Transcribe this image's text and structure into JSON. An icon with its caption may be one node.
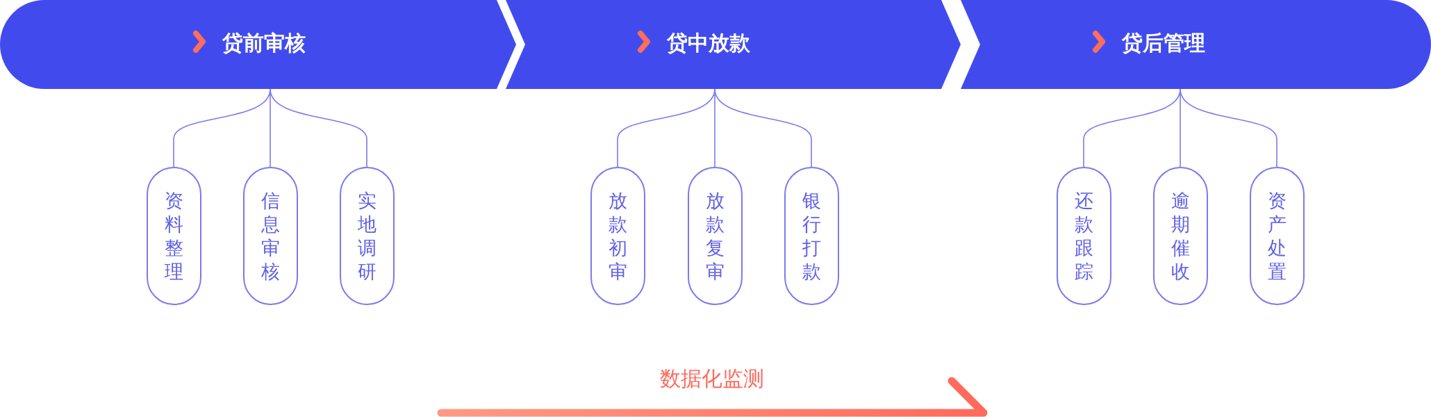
{
  "diagram": {
    "nodes": [
      {
        "text": [
          "贷前审核"
        ]
      },
      {
        "text": [
          "贷中放款"
        ]
      },
      {
        "text": [
          "贷后管理"
        ]
      },
      {
        "text": [
          "资料整理"
        ]
      },
      {
        "text": [
          "信息审核"
        ]
      },
      {
        "text": [
          "实地调研"
        ]
      },
      {
        "text": [
          "放款初审"
        ]
      },
      {
        "text": [
          "放款复审"
        ]
      },
      {
        "text": [
          "银行打款"
        ]
      },
      {
        "text": [
          "还款跟踪"
        ]
      },
      {
        "text": [
          "逾期催收"
        ]
      },
      {
        "text": [
          "资产处置"
        ]
      }
    ],
    "edges": [
      {
        "from": 0,
        "to": 3,
        "arrow": "none"
      },
      {
        "from": 0,
        "to": 4,
        "arrow": "none"
      },
      {
        "from": 0,
        "to": 5,
        "arrow": "none"
      },
      {
        "from": 1,
        "to": 6,
        "arrow": "none"
      },
      {
        "from": 1,
        "to": 7,
        "arrow": "none"
      },
      {
        "from": 1,
        "to": 8,
        "arrow": "none"
      },
      {
        "from": 2,
        "to": 9,
        "arrow": "none"
      },
      {
        "from": 2,
        "to": 10,
        "arrow": "none"
      },
      {
        "from": 2,
        "to": 11,
        "arrow": "none"
      }
    ],
    "labels": [
      "数据化监测"
    ]
  }
}
